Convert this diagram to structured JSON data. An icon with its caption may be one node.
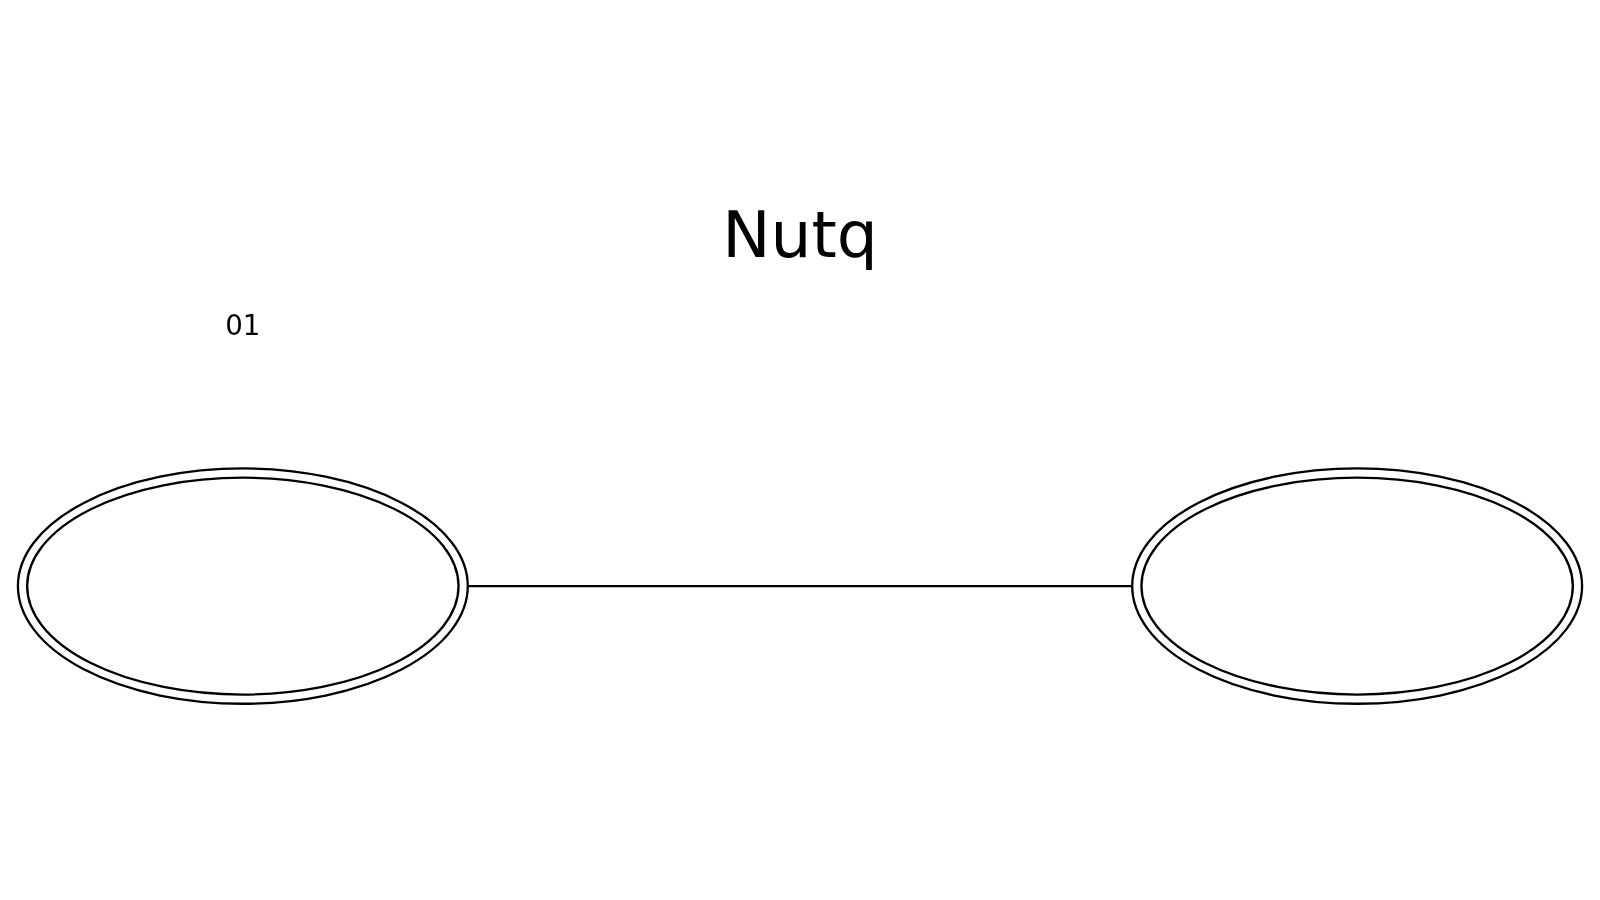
{
  "diagram": {
    "title": "Nutq",
    "nodes": [
      {
        "text": [],
        "shape": "ellipse"
      },
      {
        "text": [],
        "shape": "ellipse"
      }
    ],
    "edges": [
      {
        "from": 0,
        "to": 1,
        "arrow": "none"
      }
    ],
    "labels": [
      "01"
    ]
  }
}
